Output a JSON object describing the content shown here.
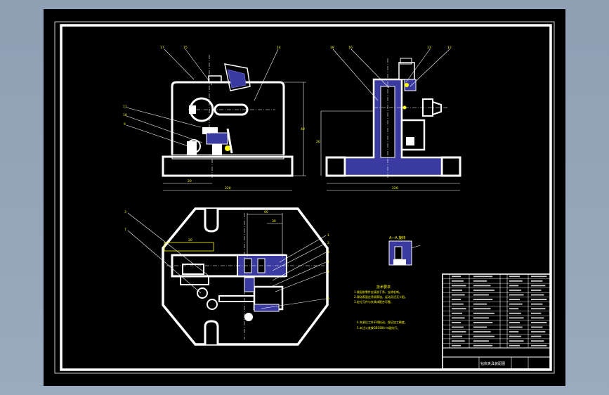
{
  "colors": {
    "background": "#000000",
    "frame": "#ffffff",
    "leader": "#ffffff",
    "annotation": "#ffff00",
    "hatch": "#3a3aa0",
    "hatch_line": "#7d7dff",
    "cad_ui": "#9aabbf"
  },
  "views": {
    "front": {
      "balloons": [
        "17",
        "15",
        "14",
        "11",
        "10",
        "9"
      ],
      "dims": [
        "20",
        "220",
        "40"
      ]
    },
    "side": {
      "balloons": [
        "18",
        "16",
        "13",
        "12"
      ],
      "dims": [
        "20",
        "220"
      ]
    },
    "top": {
      "balloons_left": [
        "3",
        "7"
      ],
      "balloons_right": [
        "1",
        "2",
        "3",
        "4",
        "5",
        "6"
      ],
      "dims": [
        "20",
        "60",
        "30"
      ]
    }
  },
  "detail": {
    "label": "A—A 旋转"
  },
  "notes": {
    "heading": "技术要求",
    "lines": [
      "1.装配前零件应清洗干净，去除毛刺。",
      "2.滑动表面应涂润滑油，运动灵活无卡阻。",
      "3.定位元件与夹具体配合可靠。",
      "4.夹紧后工件不得松动，保证加工精度。",
      "5.未注公差按GB1804-m级执行。"
    ]
  },
  "title_block": {
    "title": "钻床夹具装配图",
    "parts_rows": 16
  }
}
